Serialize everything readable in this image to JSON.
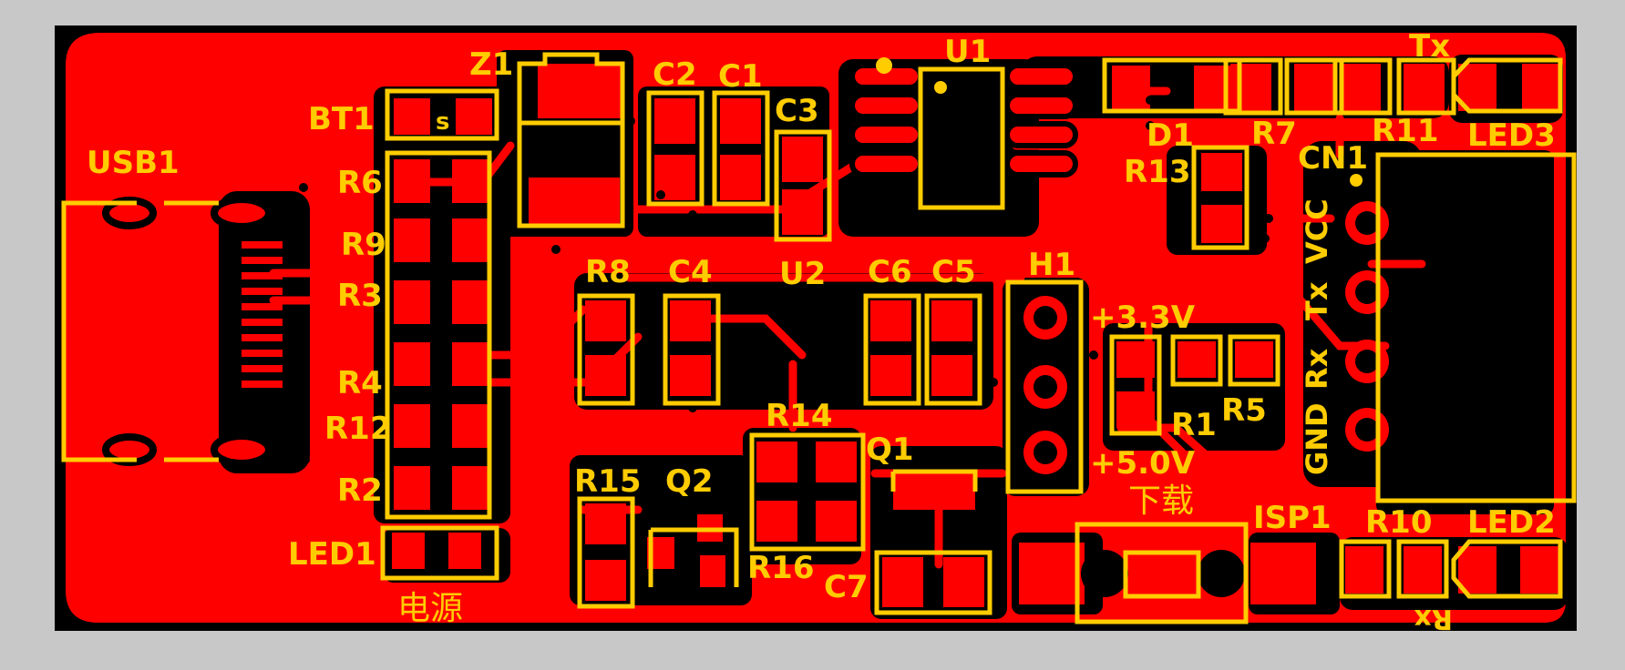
{
  "board": {
    "colors": {
      "background": "#c8c8c8",
      "board_edge": "#000000",
      "copper": "#ff0000",
      "substrate": "#000000",
      "silkscreen": "#ffcc00"
    }
  },
  "labels": {
    "usb1": "USB1",
    "bt1": "BT1",
    "z1": "Z1",
    "c2": "C2",
    "c1": "C1",
    "c3": "C3",
    "u1": "U1",
    "d1": "D1",
    "r7": "R7",
    "r11": "R11",
    "tx_top": "Tx",
    "led3": "LED3",
    "r13": "R13",
    "cn1": "CN1",
    "vcc": "VCC",
    "tx_side": "Tx",
    "rx_side": "Rx",
    "gnd": "GND",
    "r6": "R6",
    "r9": "R9",
    "r3": "R3",
    "r4": "R4",
    "r12": "R12",
    "r2": "R2",
    "led1": "LED1",
    "power_cn": "电源",
    "r8": "R8",
    "c4": "C4",
    "u2": "U2",
    "c6": "C6",
    "c5": "C5",
    "h1": "H1",
    "v33": "+3.3V",
    "v50": "+5.0V",
    "r1": "R1",
    "r5": "R5",
    "r14": "R14",
    "q1": "Q1",
    "r15": "R15",
    "q2": "Q2",
    "r16": "R16",
    "c7": "C7",
    "download_cn": "下载",
    "isp1": "ISP1",
    "r10": "R10",
    "led2": "LED2",
    "rx_bottom": "Rx",
    "s_mark": "s"
  }
}
